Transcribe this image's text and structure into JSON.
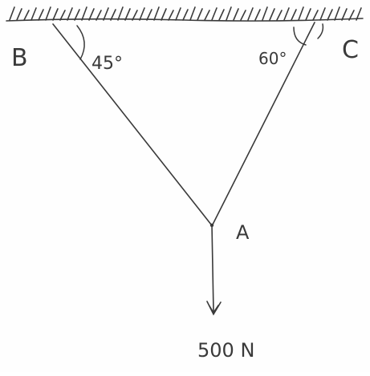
{
  "diagram": {
    "type": "free-body diagram (two cables supporting a load)",
    "points": {
      "left_support": "B",
      "right_support": "C",
      "junction": "A"
    },
    "angles": {
      "at_B": "45°",
      "at_C": "60°"
    },
    "load": "500 N",
    "colors": {
      "ink": "#3a3a3a",
      "paper": "#fefefe"
    }
  }
}
